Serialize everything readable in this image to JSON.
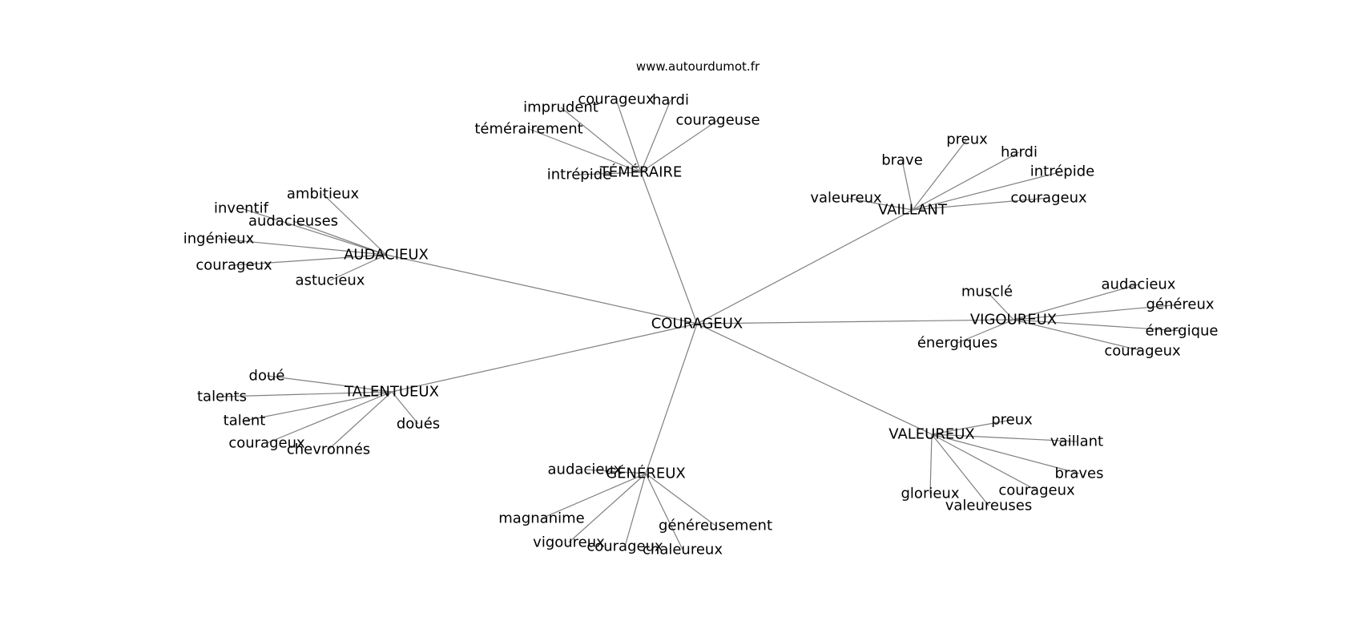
{
  "site_label": "www.autourdumot.fr",
  "colors": {
    "edge": "#808080",
    "text": "#000000",
    "background": "#ffffff"
  },
  "center": {
    "label": "COURAGEUX"
  },
  "clusters": [
    {
      "id": "temeraire",
      "label": "TÉMÉRAIRE",
      "leaves": [
        "imprudent",
        "courageux",
        "hardi",
        "courageuse",
        "témérairement",
        "intrépide"
      ]
    },
    {
      "id": "vaillant",
      "label": "VAILLANT",
      "leaves": [
        "brave",
        "preux",
        "hardi",
        "intrépide",
        "valeureux",
        "courageux"
      ]
    },
    {
      "id": "audacieux",
      "label": "AUDACIEUX",
      "leaves": [
        "ambitieux",
        "inventif",
        "audacieuses",
        "ingénieux",
        "courageux",
        "astucieux"
      ]
    },
    {
      "id": "vigoureux",
      "label": "VIGOUREUX",
      "leaves": [
        "musclé",
        "audacieux",
        "généreux",
        "énergique",
        "énergiques",
        "courageux"
      ]
    },
    {
      "id": "talentueux",
      "label": "TALENTUEUX",
      "leaves": [
        "doué",
        "talents",
        "talent",
        "courageux",
        "chevronnés",
        "doués"
      ]
    },
    {
      "id": "valeureux",
      "label": "VALEUREUX",
      "leaves": [
        "preux",
        "vaillant",
        "braves",
        "glorieux",
        "courageux",
        "valeureuses"
      ]
    },
    {
      "id": "genereux",
      "label": "GÉNÉREUX",
      "leaves": [
        "audacieux",
        "magnanime",
        "vigoureux",
        "courageux",
        "chaleureux",
        "généreusement"
      ]
    }
  ]
}
